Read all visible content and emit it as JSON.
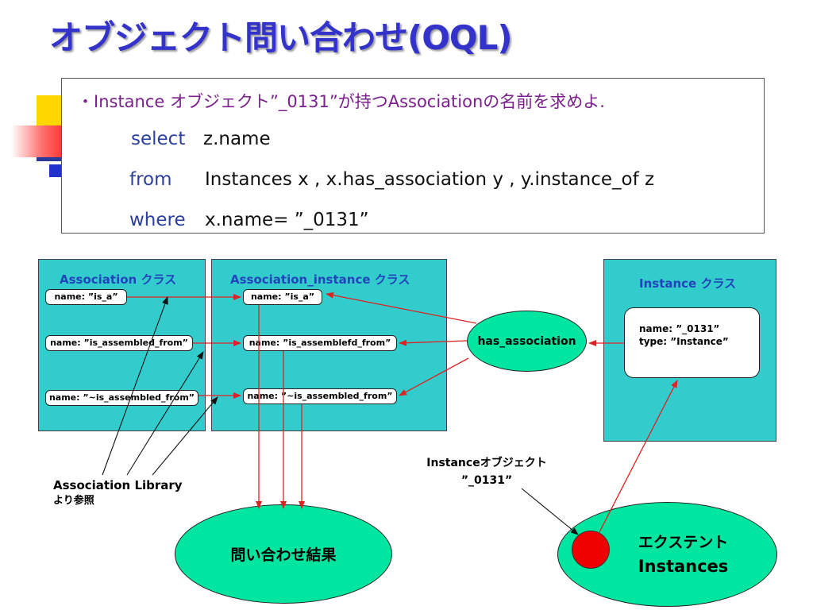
{
  "title": "オブジェクト問い合わせ(OQL)",
  "query": {
    "bullet": "・Instance オブジェクト”_0131”が持つAssociationの名前を求めよ.",
    "select_kw": "select",
    "select_expr": "z.name",
    "from_kw": "from",
    "from_expr": "Instances x , x.has_association y , y.instance_of z",
    "where_kw": "where",
    "where_expr": "x.name= ”_0131”"
  },
  "association_panel": {
    "title": "Association クラス",
    "items": [
      "name: ”is_a”",
      "name: ”is_assembled_from”",
      "name: ”~is_assembled_from”"
    ]
  },
  "association_instance_panel": {
    "title": "Association_instance クラス",
    "items": [
      "name: ”is_a”",
      "name: ”is_assemblefd_from”",
      "name: ”~is_assembled_from”"
    ]
  },
  "instance_panel": {
    "title": "Instance クラス",
    "name_line": "name: ”_0131”",
    "type_line": "type:  ”Instance”"
  },
  "has_association": "has_association",
  "instance_object_label": {
    "line1": "Instanceオブジェクト",
    "line2": "”_0131”"
  },
  "library_label": {
    "line1": "Association Library",
    "line2": "より参照"
  },
  "result_ellipse": "問い合わせ結果",
  "extent_ellipse": {
    "line1": "エクステント",
    "line2": "Instances"
  },
  "colors": {
    "title": "#3333cc",
    "panel": "#33cccc",
    "ellipse": "#00e6a0",
    "arrow_red": "#dd2222",
    "keyword": "#2b3f9e",
    "bullet": "#7a1f8c",
    "instance_dot": "#ee0000"
  }
}
